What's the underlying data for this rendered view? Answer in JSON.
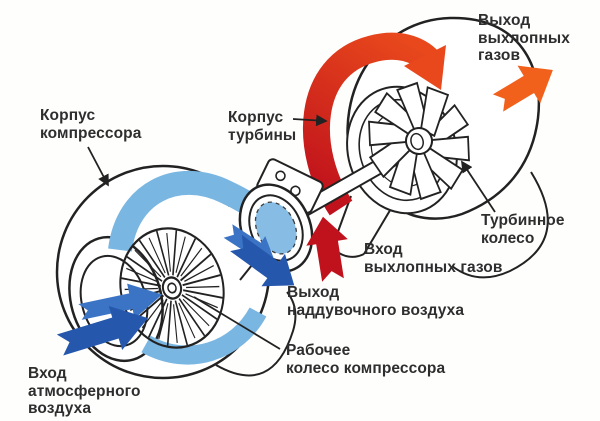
{
  "diagram": {
    "name": "Turbocharger airflow diagram",
    "labels": {
      "exhaust_out": {
        "lines": [
          "Выход",
          "выхлопных",
          "газов"
        ]
      },
      "compressor_housing": {
        "lines": [
          "Корпус",
          "компрессора"
        ]
      },
      "turbine_housing": {
        "lines": [
          "Корпус",
          "турбины"
        ]
      },
      "turbine_wheel": {
        "lines": [
          "Турбинное",
          "колесо"
        ]
      },
      "exhaust_in": {
        "lines": [
          "Вход",
          "выхлопных газов"
        ]
      },
      "boost_out": {
        "lines": [
          "Выход",
          "наддувочного воздуха"
        ]
      },
      "compressor_wheel": {
        "lines": [
          "Рабочее",
          "колесо компрессора"
        ]
      },
      "air_in": {
        "lines": [
          "Вход",
          "атмосферного",
          "воздуха"
        ]
      }
    },
    "colors": {
      "intake_air_dark": "#2558AC",
      "intake_air": "#3B74C4",
      "compressed_air": "#7AB6E2",
      "exhaust_gas": "#C0121C",
      "exhaust_hot": "#E8481C",
      "exhaust_out": "#F2611C",
      "outline": "#222222",
      "ink": "#2E2E2E"
    }
  }
}
